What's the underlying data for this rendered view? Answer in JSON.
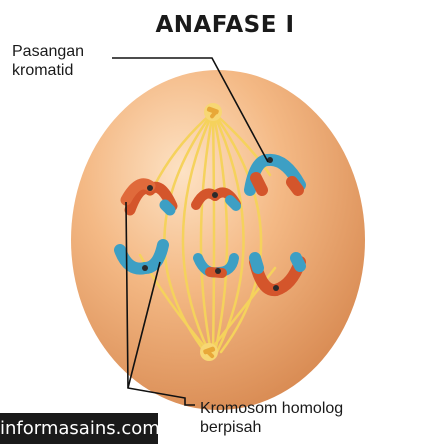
{
  "title": "ANAFASE I",
  "labels": {
    "top": {
      "line1": "Pasangan",
      "line2": "kromatid"
    },
    "bottom": {
      "line1": "Kromosom homolog",
      "line2": "berpisah"
    }
  },
  "watermark": "informasains.com",
  "colors": {
    "cell_fill": "#f2b07a",
    "cell_edge": "#d6864d",
    "spindle": "#f5d25c",
    "chromosome_red": "#d4552b",
    "chromosome_blue": "#3d9fc4",
    "centromere": "#2b2b2b",
    "pointer_line": "#111111"
  }
}
